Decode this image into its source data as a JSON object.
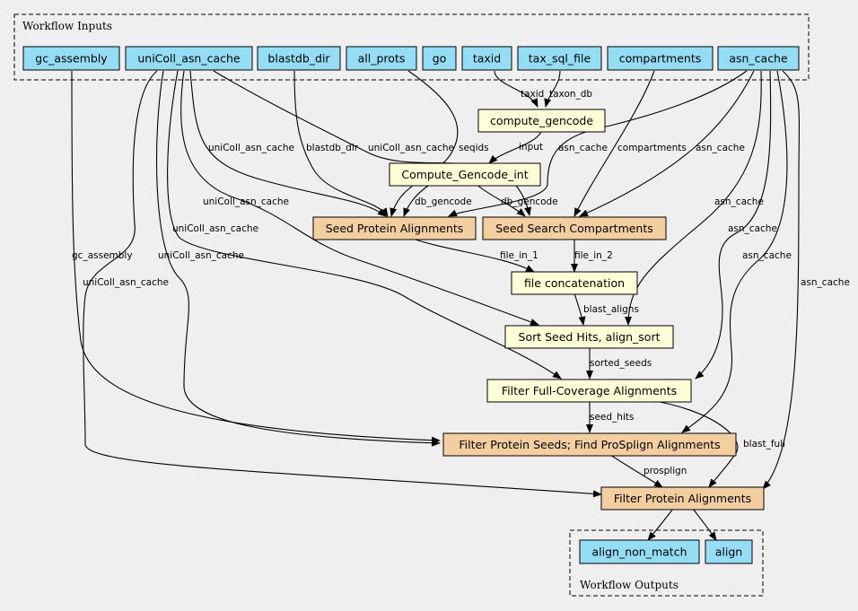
{
  "clusters": {
    "inputs_title": "Workflow Inputs",
    "outputs_title": "Workflow Outputs"
  },
  "colors": {
    "input_fill": "#94ddf4",
    "step_fill": "#ffffd8",
    "subworkflow_fill": "#f3cea1",
    "background": "#efefef"
  },
  "inputs": {
    "gc_assembly": "gc_assembly",
    "uniColl_asn_cache": "uniColl_asn_cache",
    "blastdb_dir": "blastdb_dir",
    "all_prots": "all_prots",
    "go": "go",
    "taxid": "taxid",
    "tax_sql_file": "tax_sql_file",
    "compartments": "compartments",
    "asn_cache": "asn_cache"
  },
  "steps": {
    "compute_gencode": "compute_gencode",
    "compute_gencode_int": "Compute_Gencode_int",
    "seed_protein_alignments": "Seed Protein Alignments",
    "seed_search_compartments": "Seed Search Compartments",
    "file_concatenation": "file concatenation",
    "sort_seed_hits": "Sort Seed Hits, align_sort",
    "filter_full_coverage": "Filter Full-Coverage Alignments",
    "filter_protein_seeds": "Filter Protein Seeds; Find ProSplign Alignments",
    "filter_protein_alignments": "Filter Protein Alignments"
  },
  "outputs": {
    "align_non_match": "align_non_match",
    "align": "align"
  },
  "edge_labels": {
    "taxid": "taxid",
    "taxon_db": "taxon_db",
    "input": "input",
    "uniColl_1": "uniColl_asn_cache",
    "blastdb_dir": "blastdb_dir",
    "uniColl_2": "uniColl_asn_cache",
    "seqids": "seqids",
    "asn_cache_1": "asn_cache",
    "compartments": "compartments",
    "asn_cache_2": "asn_cache",
    "db_gencode_1": "db_gencode",
    "db_gencode_2": "db_gencode",
    "uniColl_3": "uniColl_asn_cache",
    "asn_cache_3": "asn_cache",
    "uniColl_4": "uniColl_asn_cache",
    "asn_cache_4": "asn_cache",
    "gc_assembly": "gc_assembly",
    "uniColl_5": "uniColl_asn_cache",
    "asn_cache_5": "asn_cache",
    "file_in_1": "file_in_1",
    "file_in_2": "file_in_2",
    "uniColl_6": "uniColl_asn_cache",
    "asn_cache_6": "asn_cache",
    "blast_aligns": "blast_aligns",
    "sorted_seeds": "sorted_seeds",
    "seed_hits": "seed_hits",
    "blast_full": "blast_full",
    "prospign": "prosplign"
  }
}
